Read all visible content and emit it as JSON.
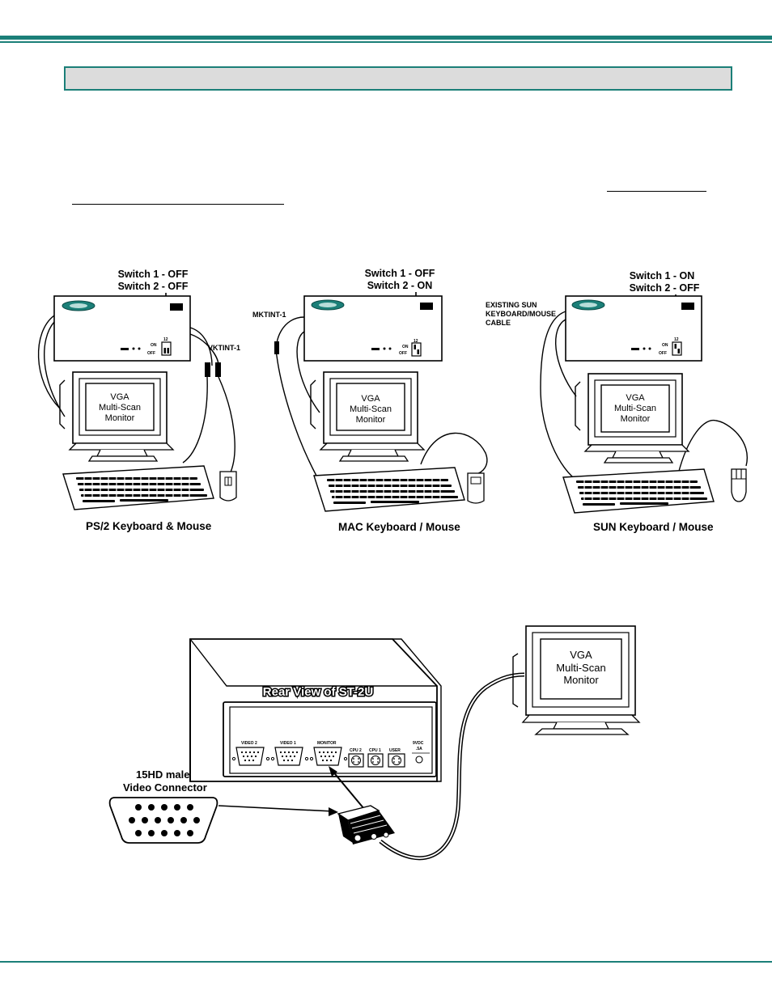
{
  "panels": [
    {
      "id": "ps2",
      "switch1": "Switch 1 - OFF",
      "switch2": "Switch 2 - OFF",
      "cable_label": "VKTINT-1",
      "caption": "PS/2 Keyboard & Mouse",
      "monitor": [
        "VGA",
        "Multi-Scan",
        "Monitor"
      ]
    },
    {
      "id": "mac",
      "switch1": "Switch 1 - OFF",
      "switch2": "Switch 2 - ON",
      "cable_label": "MKTINT-1",
      "caption": "MAC Keyboard / Mouse",
      "monitor": [
        "VGA",
        "Multi-Scan",
        "Monitor"
      ]
    },
    {
      "id": "sun",
      "switch1": "Switch 1 - ON",
      "switch2": "Switch 2 - OFF",
      "cable_label": [
        "EXISTING SUN",
        "KEYBOARD/MOUSE",
        "CABLE"
      ],
      "caption": "SUN Keyboard / Mouse",
      "monitor": [
        "VGA",
        "Multi-Scan",
        "Monitor"
      ]
    }
  ],
  "switch_box": {
    "on": "ON",
    "off": "OFF",
    "numbers": "12"
  },
  "rear_view": {
    "title": "Rear View of ST-2U",
    "ports": [
      "VIDEO 2",
      "VIDEO 1",
      "MONITOR",
      "CPU 2",
      "CPU 1",
      "USER"
    ],
    "power": [
      "9VDC",
      ".5A"
    ],
    "connector_label": [
      "15HD male",
      "Video Connector"
    ],
    "monitor": [
      "VGA",
      "Multi-Scan",
      "Monitor"
    ]
  }
}
